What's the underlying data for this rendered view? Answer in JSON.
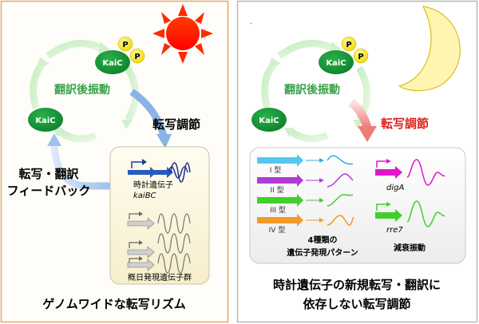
{
  "colors": {
    "left_panel_bg": "#fefdf9",
    "left_panel_border": "#e8a664",
    "right_panel_bg": "#ffffff",
    "right_panel_border": "#b7b7b7",
    "kaic_fill": "#0f8f32",
    "phosphate_fill": "#f4e300",
    "post_translational_text": "#37a348",
    "transcription_arrow_left": "#8ab3e8",
    "transcription_arrow_right": "#f08c86",
    "right_label_red": "#e0201c",
    "sun": "#ff2200",
    "moon": "#fff2a8",
    "gene_box": "#fbf6dd"
  },
  "left": {
    "kaic_top": "KaiC",
    "kaic_left": "KaiC",
    "p1": "P",
    "p2": "P",
    "post_translational": "翻訳後振動",
    "transcription_reg": "転写調節",
    "feedback_line1": "転写・翻訳",
    "feedback_line2": "フィードバック",
    "clock_gene": "時計遺伝子",
    "kai_gene": "kaiBC",
    "output_genes": "概日発現遺伝子群",
    "caption": "ゲノムワイドな転写リズム",
    "sun_icon": "sun-icon"
  },
  "right": {
    "kaic_top": "KaiC",
    "kaic_left": "KaiC",
    "p1": "P",
    "p2": "P",
    "post_translational": "翻訳後振動",
    "transcription_reg": "転写調節",
    "type1": "I 型",
    "type2": "II 型",
    "type3": "III 型",
    "type4": "IV 型",
    "pattern_line1": "4種類の",
    "pattern_line2": "遺伝子発現パターン",
    "gene_dig": "digA",
    "gene_rre": "rre7",
    "damped": "減衰振動",
    "caption_line1": "時計遺伝子の新規転写・翻訳に",
    "caption_line2": "依存しない転写調節",
    "moon_icon": "moon-icon",
    "dot": "."
  }
}
